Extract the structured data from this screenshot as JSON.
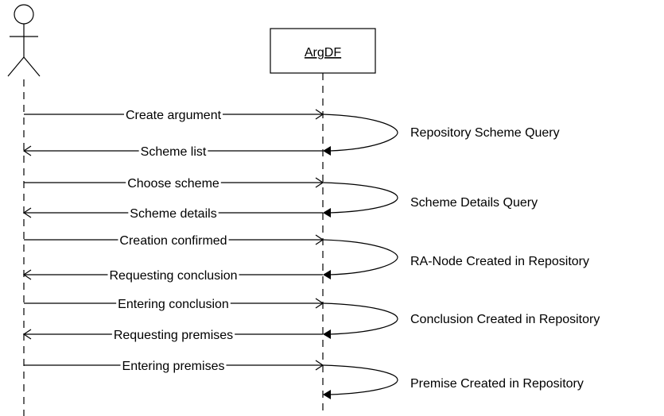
{
  "lifelines": {
    "actor": {
      "name": ""
    },
    "system": {
      "name": "ArgDF"
    }
  },
  "messages": [
    {
      "label": "Create argument",
      "direction": "to-system",
      "head": "open"
    },
    {
      "label": "Scheme list",
      "direction": "to-actor",
      "head": "open"
    },
    {
      "label": "Choose scheme",
      "direction": "to-system",
      "head": "open"
    },
    {
      "label": "Scheme details",
      "direction": "to-actor",
      "head": "open"
    },
    {
      "label": "Creation confirmed",
      "direction": "to-system",
      "head": "open"
    },
    {
      "label": "Requesting conclusion",
      "direction": "to-actor",
      "head": "open"
    },
    {
      "label": "Entering conclusion",
      "direction": "to-system",
      "head": "open"
    },
    {
      "label": "Requesting premises",
      "direction": "to-actor",
      "head": "open"
    },
    {
      "label": "Entering premises",
      "direction": "to-system",
      "head": "open"
    }
  ],
  "self_calls": [
    {
      "label": "Repository Scheme Query"
    },
    {
      "label": "Scheme Details Query"
    },
    {
      "label": "RA-Node Created in Repository"
    },
    {
      "label": "Conclusion Created in Repository"
    },
    {
      "label": "Premise Created in Repository"
    }
  ]
}
